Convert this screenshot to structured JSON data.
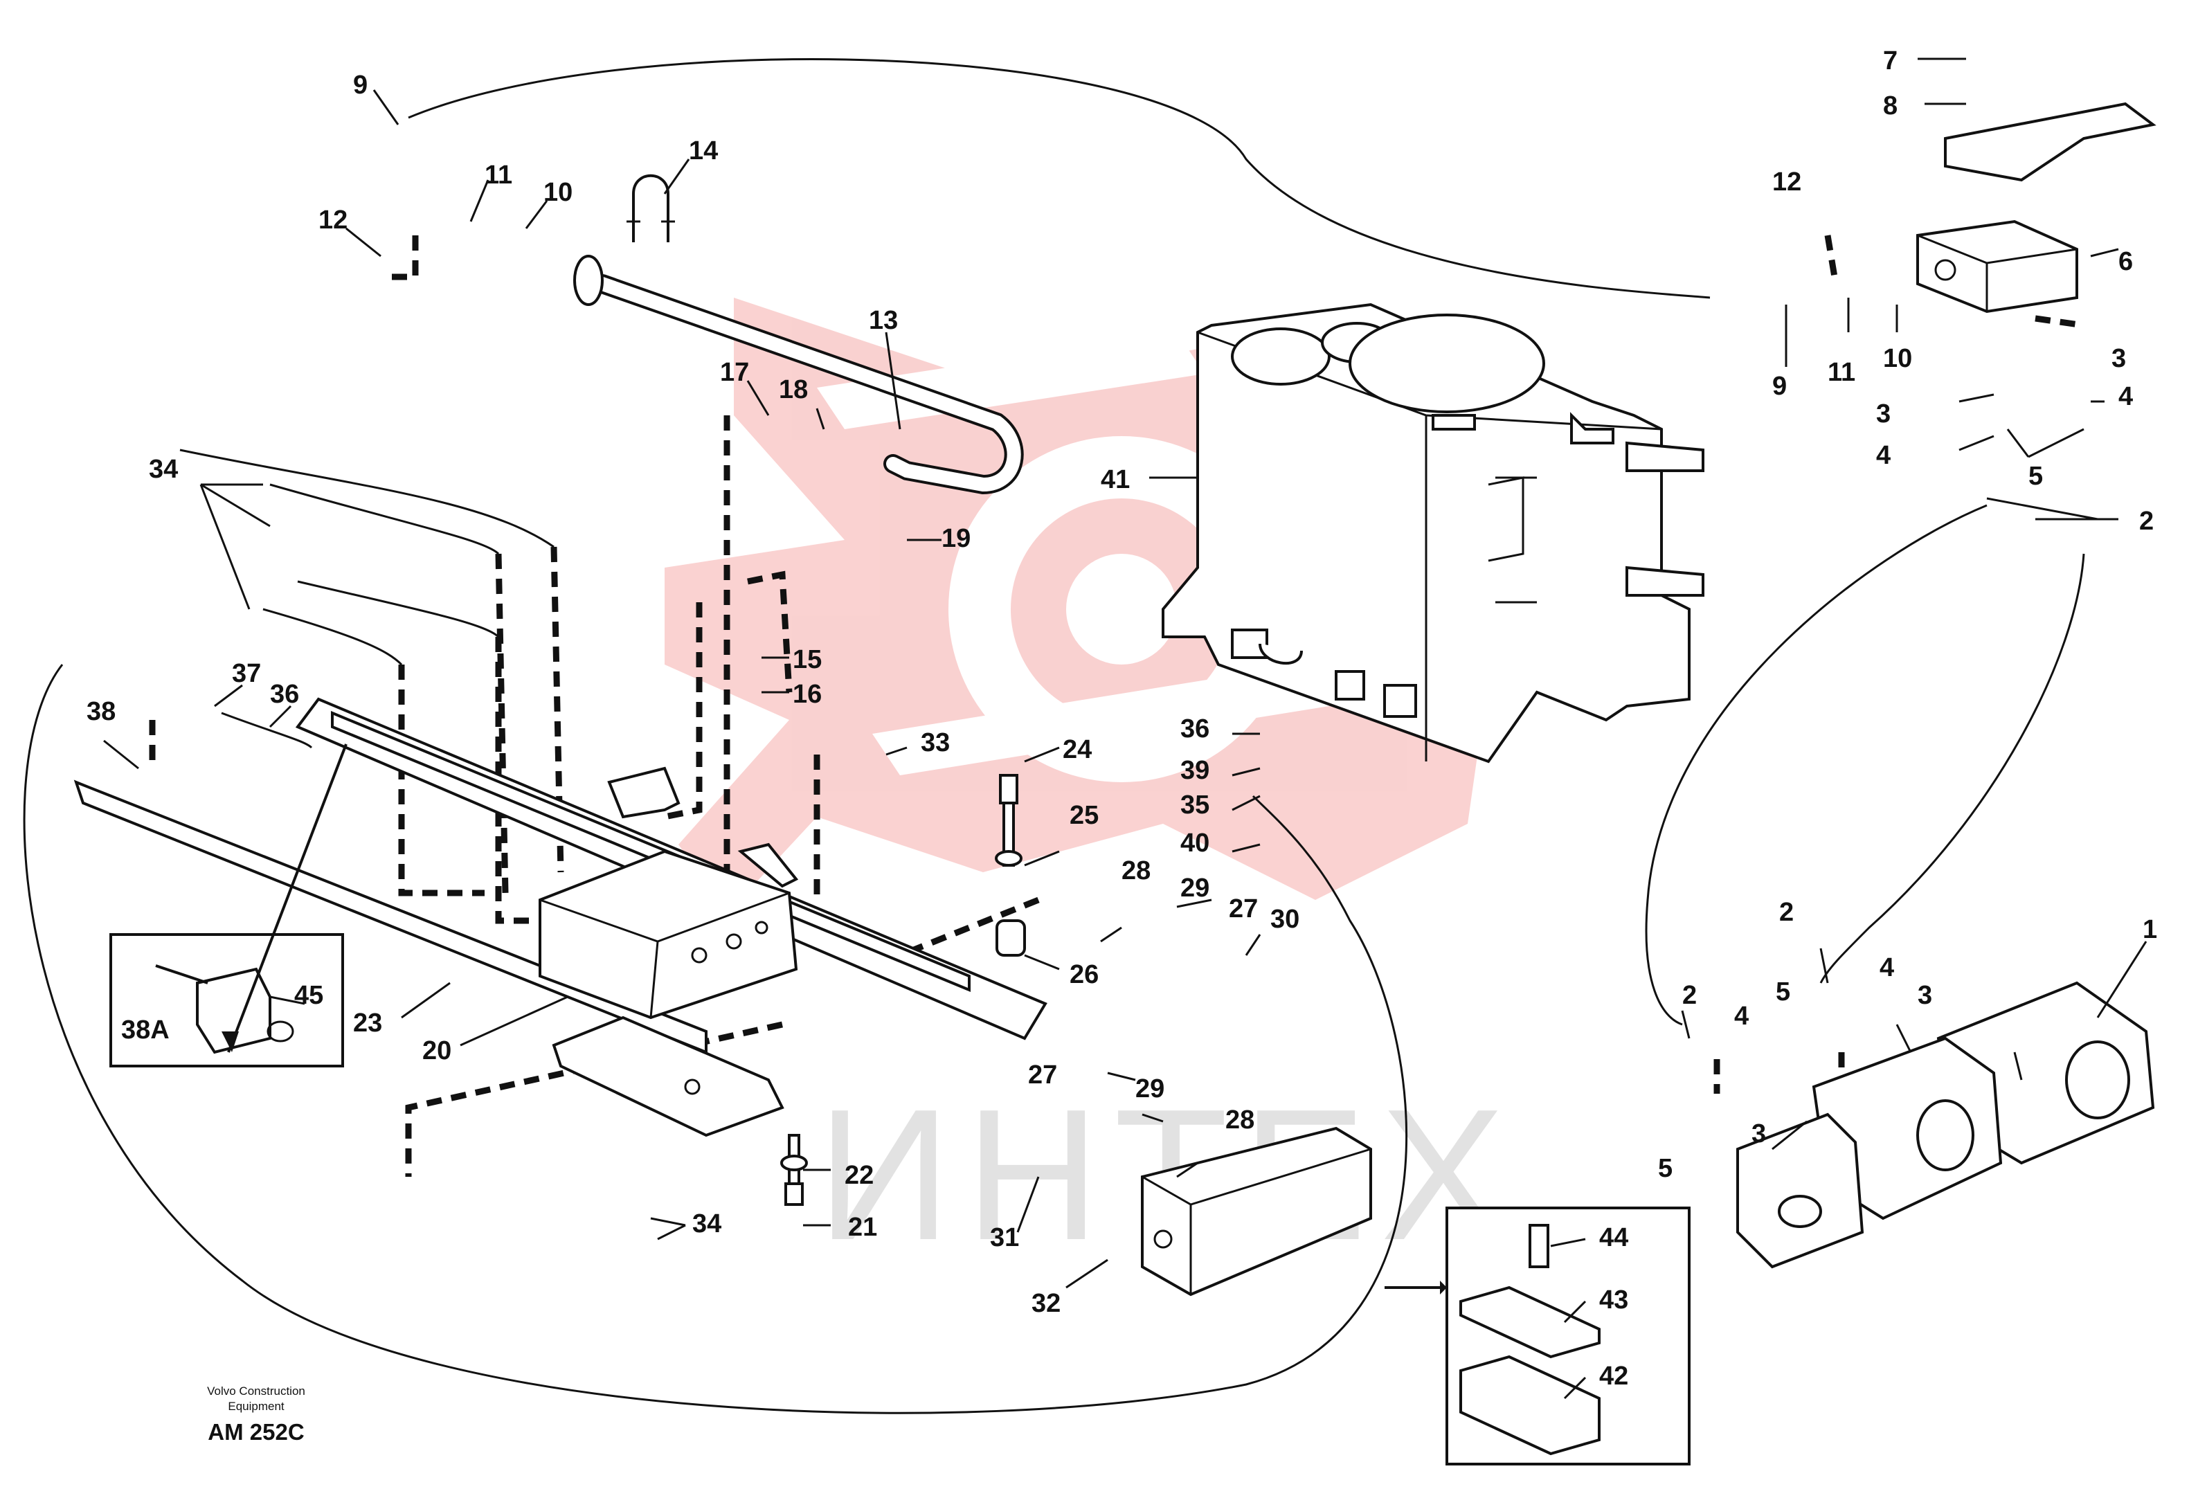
{
  "doc": {
    "credit_line1": "Volvo Construction",
    "credit_line2": "Equipment",
    "code": "AM 252C"
  },
  "watermark": {
    "text": "ИНТЕХ",
    "logo_color": "#e8312f",
    "text_color": "#999999"
  },
  "callouts": {
    "c1": "1",
    "c2a": "2",
    "c2b": "2",
    "c2c": "2",
    "c3a": "3",
    "c3b": "3",
    "c3c": "3",
    "c3d": "3",
    "c4a": "4",
    "c4b": "4",
    "c4c": "4",
    "c4d": "4",
    "c5a": "5",
    "c5b": "5",
    "c5c": "5",
    "c6": "6",
    "c7": "7",
    "c8": "8",
    "c9a": "9",
    "c9b": "9",
    "c10a": "10",
    "c10b": "10",
    "c11a": "11",
    "c11b": "11",
    "c12a": "12",
    "c12b": "12",
    "c13": "13",
    "c14": "14",
    "c15": "15",
    "c16": "16",
    "c17": "17",
    "c18": "18",
    "c19": "19",
    "c20": "20",
    "c21": "21",
    "c22": "22",
    "c23": "23",
    "c24": "24",
    "c25": "25",
    "c26": "26",
    "c27a": "27",
    "c27b": "27",
    "c28a": "28",
    "c28b": "28",
    "c29a": "29",
    "c29b": "29",
    "c30": "30",
    "c31": "31",
    "c32": "32",
    "c33": "33",
    "c34a": "34",
    "c34b": "34",
    "c35": "35",
    "c36a": "36",
    "c36b": "36",
    "c37": "37",
    "c38": "38",
    "c38A": "38A",
    "c39": "39",
    "c40": "40",
    "c41": "41",
    "c42": "42",
    "c43": "43",
    "c44": "44",
    "c45": "45"
  }
}
